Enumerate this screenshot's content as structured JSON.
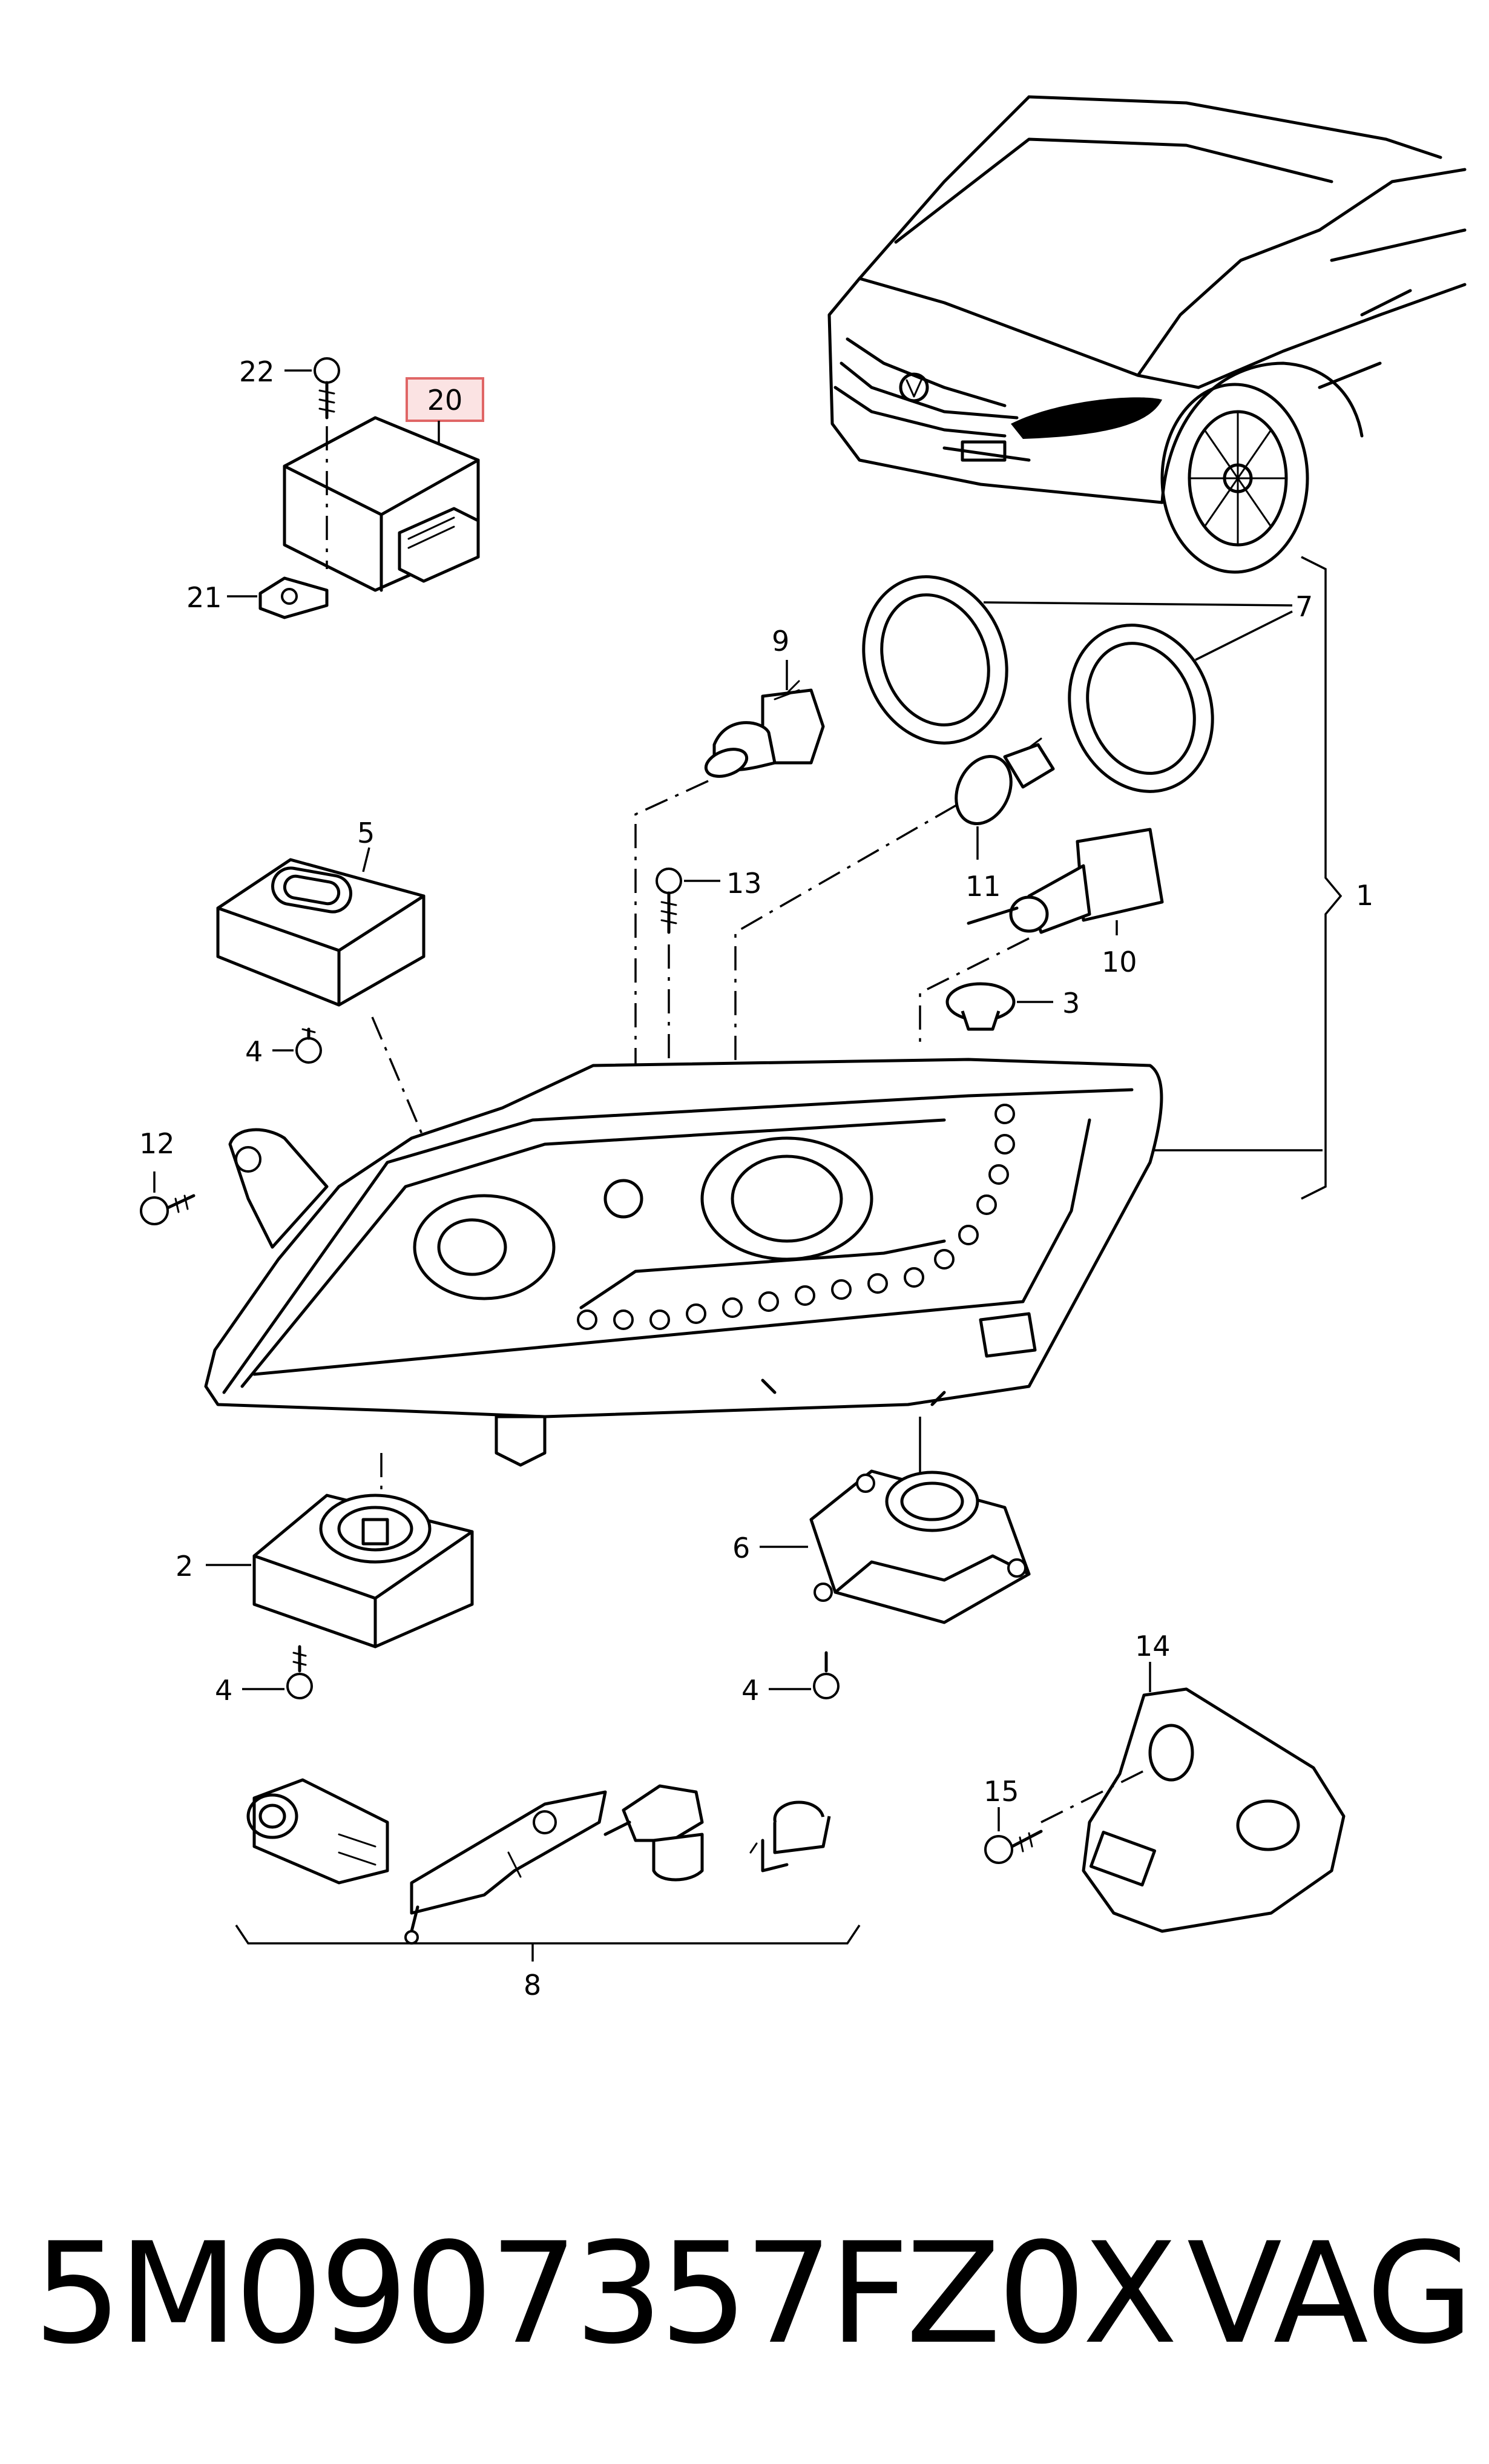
{
  "diagram": {
    "callouts": {
      "p1": "1",
      "p2": "2",
      "p3": "3",
      "p4a": "4",
      "p4b": "4",
      "p4c": "4",
      "p5": "5",
      "p6": "6",
      "p7": "7",
      "p8": "8",
      "p9": "9",
      "p10": "10",
      "p11": "11",
      "p12": "12",
      "p13": "13",
      "p14": "14",
      "p15": "15",
      "p20": "20",
      "p21": "21",
      "p22": "22"
    },
    "highlight_color": "#e06666",
    "highlight_fill": "#fbe3e3"
  },
  "footer": {
    "part_number": "5M0907357FZ0X",
    "brand": "VAG"
  }
}
